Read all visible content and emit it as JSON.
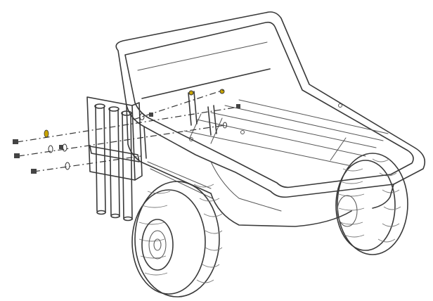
{
  "figure": {
    "kind": "exploded-assembly-drawing",
    "subject_icons": [
      "dump-cart-tub-icon",
      "tool-rack-icon",
      "wheel-icon",
      "bolt-icon",
      "washer-icon"
    ],
    "colors": {
      "line": "#3a3a3a",
      "hardware_accent": "#c8a400",
      "background": "#ffffff"
    },
    "hardware": {
      "bolts_shown": 6,
      "washers_shown": 6
    }
  }
}
